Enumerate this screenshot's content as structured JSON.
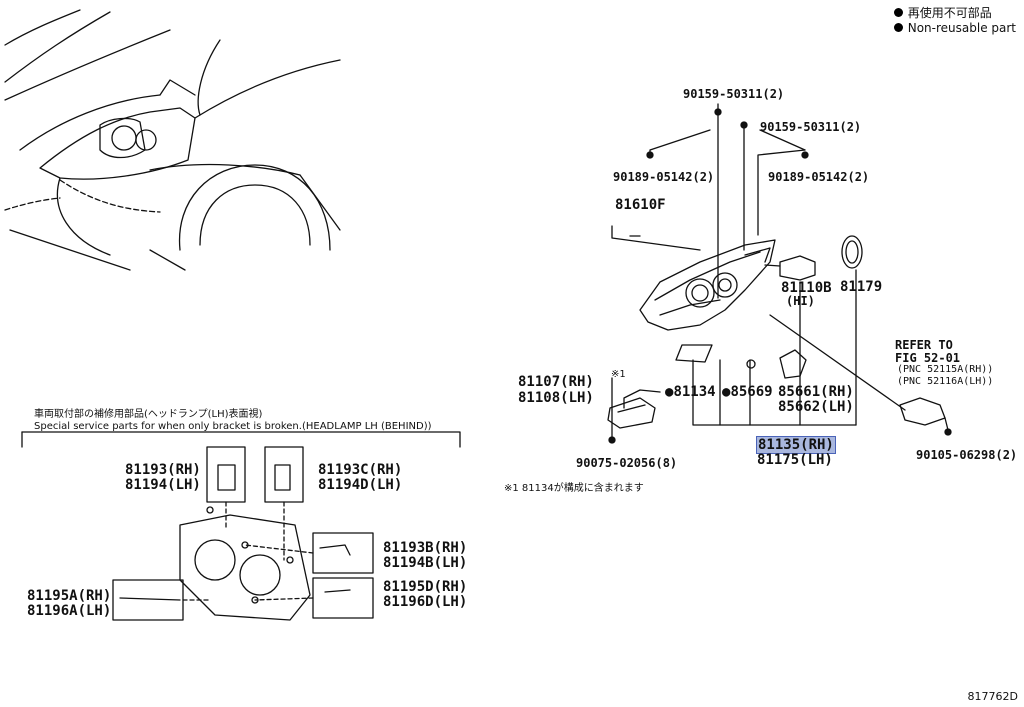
{
  "legend": {
    "jp": "再使用不可部品",
    "en": "Non-reusable part"
  },
  "figure_number": "817762D",
  "labels": {
    "bolt_top": "90159-50311(2)",
    "bolt_top_r": "90159-50311(2)",
    "screw_l": "90189-05142(2)",
    "screw_r": "90189-05142(2)",
    "p81610f": "81610F",
    "p81110b": "81110B",
    "p81110b_sub": "(HI)",
    "p81179": "81179",
    "p81107": "81107(RH)",
    "p81108": "81108(LH)",
    "note_mark": "※1",
    "p81134": "81134",
    "p85669": "85669",
    "p85661": "85661(RH)",
    "p85662": "85662(LH)",
    "p81135": "81135(RH)",
    "p81175": "81175(LH)",
    "p90075": "90075-02056(8)",
    "footnote": "※1 81134が構成に含まれます",
    "refer_to": "REFER TO",
    "refer_fig": "FIG 52-01",
    "refer_rh": "(PNC 52115A(RH))",
    "refer_lh": "(PNC 52116A(LH))",
    "p90105": "90105-06298(2)",
    "service_jp": "車両取付部の補修用部品(ヘッドランプ(LH)表面視)",
    "service_en": "Special service parts for when only bracket is broken.(HEADLAMP LH (BEHIND))",
    "p81193": "81193(RH)",
    "p81194": "81194(LH)",
    "p81193c": "81193C(RH)",
    "p81194d": "81194D(LH)",
    "p81193b": "81193B(RH)",
    "p81194b": "81194B(LH)",
    "p81195a": "81195A(RH)",
    "p81196a": "81196A(LH)",
    "p81195d": "81195D(RH)",
    "p81196d": "81196D(LH)"
  }
}
